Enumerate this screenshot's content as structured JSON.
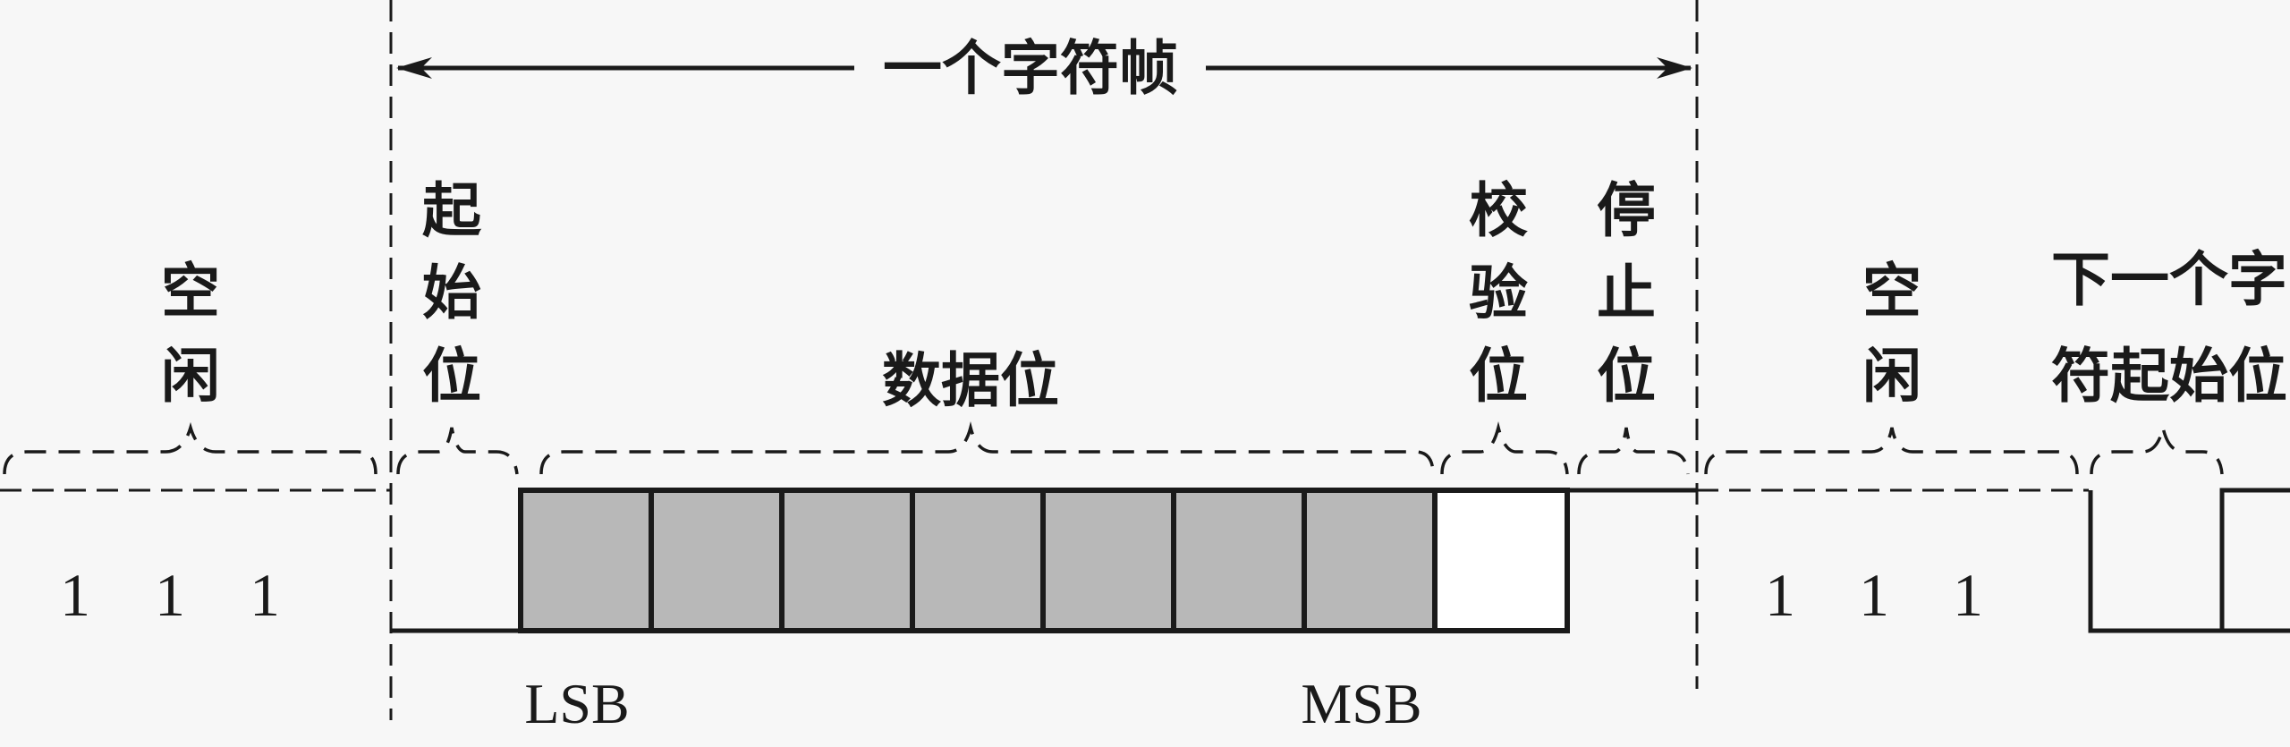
{
  "frame_label": "一个字符帧",
  "labels": {
    "idle_left": [
      "空",
      "闲"
    ],
    "start_bit": [
      "起",
      "始",
      "位"
    ],
    "data_bits": "数据位",
    "parity_bit": [
      "校",
      "验",
      "位"
    ],
    "stop_bit": [
      "停",
      "止",
      "位"
    ],
    "idle_right": [
      "空",
      "闲"
    ],
    "next_start": [
      "下一个字",
      "符起始位"
    ]
  },
  "lsb": "LSB",
  "msb": "MSB",
  "idle_ones_left": [
    "1",
    "1",
    "1"
  ],
  "idle_ones_right": [
    "1",
    "1",
    "1"
  ],
  "colors": {
    "line": "#1a1a1a",
    "data_cell_fill": "#b8b8b8",
    "parity_cell_fill": "#ffffff",
    "background": "#f7f7f7"
  }
}
